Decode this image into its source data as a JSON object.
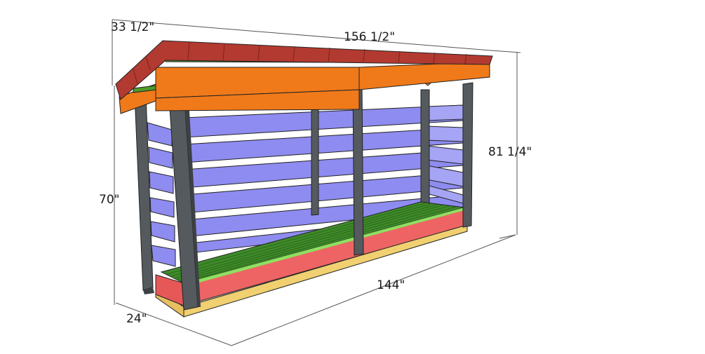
{
  "dimensions": {
    "roof_depth": "33 1/2\"",
    "roof_length": "156 1/2\"",
    "total_height": "81 1/4\"",
    "front_height": "70\"",
    "base_depth": "24\"",
    "base_length": "144\""
  },
  "colors": {
    "roof": "#b33a30",
    "fascia": "#f07a1a",
    "rafter": "#f07a1a",
    "purlin": "#4f9a2a",
    "post": "#555a5e",
    "siding": "#8e8cf0",
    "floor": "#3f8a2a",
    "floor_frame": "#ee6464",
    "skid": "#f0d070"
  }
}
